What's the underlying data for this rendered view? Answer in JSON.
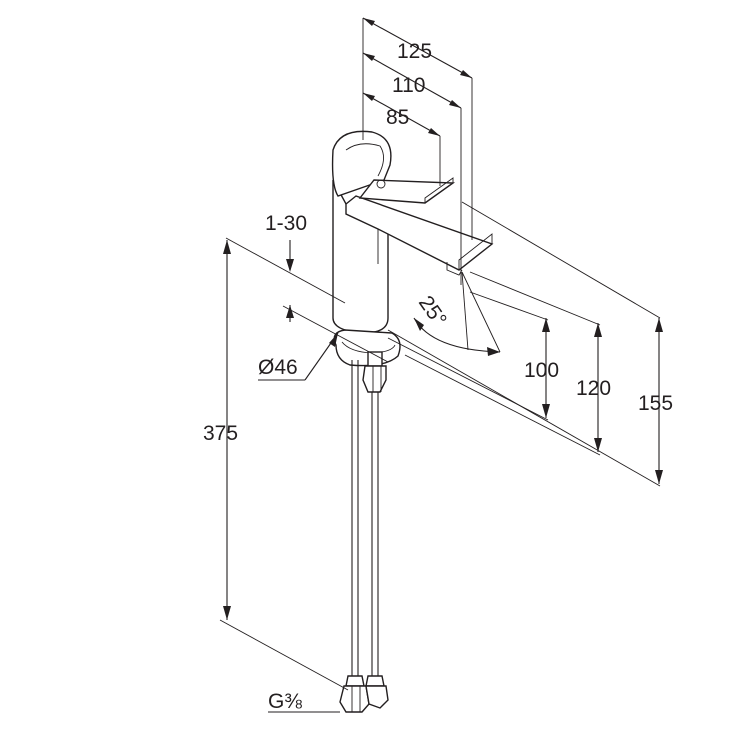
{
  "dimensions": {
    "spout_reach_125": "125",
    "spout_reach_110": "110",
    "spout_reach_85": "85",
    "mounting_thickness": "1-30",
    "base_diameter": "Ø46",
    "total_height_155": "155",
    "height_120": "120",
    "height_100": "100",
    "hose_length": "375",
    "spout_angle": "25°",
    "connection_thread": "G⅜"
  },
  "colors": {
    "line": "#231f20",
    "background": "#ffffff"
  }
}
